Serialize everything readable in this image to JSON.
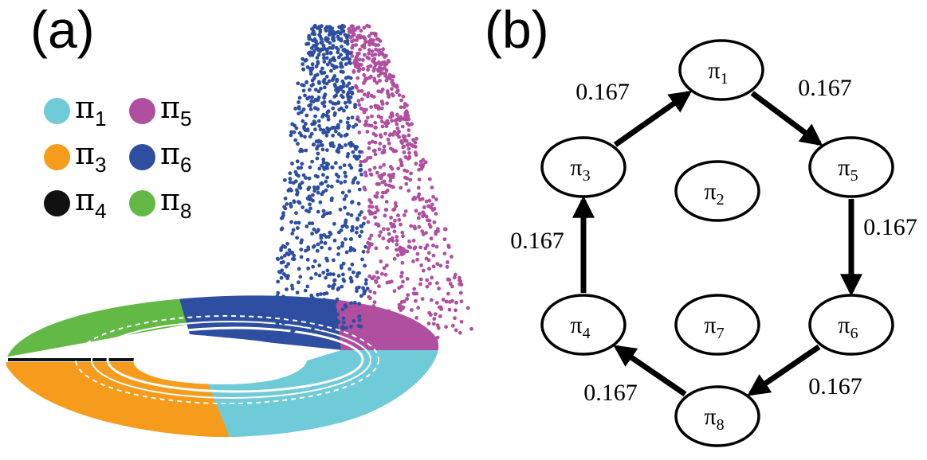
{
  "panel_a": {
    "label": "(a)",
    "legend": [
      {
        "symbol": "π",
        "sub": "1",
        "color": "#70cbd8"
      },
      {
        "symbol": "π",
        "sub": "5",
        "color": "#b04ea0"
      },
      {
        "symbol": "π",
        "sub": "3",
        "color": "#f69c1c"
      },
      {
        "symbol": "π",
        "sub": "6",
        "color": "#2d4ea1"
      },
      {
        "symbol": "π",
        "sub": "4",
        "color": "#111111"
      },
      {
        "symbol": "π",
        "sub": "8",
        "color": "#63b946"
      }
    ]
  },
  "panel_b": {
    "label": "(b)",
    "nodes": [
      {
        "id": "n1",
        "symbol": "π",
        "sub": "1"
      },
      {
        "id": "n2",
        "symbol": "π",
        "sub": "2"
      },
      {
        "id": "n3",
        "symbol": "π",
        "sub": "3"
      },
      {
        "id": "n4",
        "symbol": "π",
        "sub": "4"
      },
      {
        "id": "n5",
        "symbol": "π",
        "sub": "5"
      },
      {
        "id": "n6",
        "symbol": "π",
        "sub": "6"
      },
      {
        "id": "n7",
        "symbol": "π",
        "sub": "7"
      },
      {
        "id": "n8",
        "symbol": "π",
        "sub": "8"
      }
    ],
    "edges": [
      {
        "from": "n3",
        "to": "n1",
        "weight": "0.167"
      },
      {
        "from": "n1",
        "to": "n5",
        "weight": "0.167"
      },
      {
        "from": "n5",
        "to": "n6",
        "weight": "0.167"
      },
      {
        "from": "n6",
        "to": "n8",
        "weight": "0.167"
      },
      {
        "from": "n8",
        "to": "n4",
        "weight": "0.167"
      },
      {
        "from": "n4",
        "to": "n3",
        "weight": "0.167"
      }
    ]
  }
}
